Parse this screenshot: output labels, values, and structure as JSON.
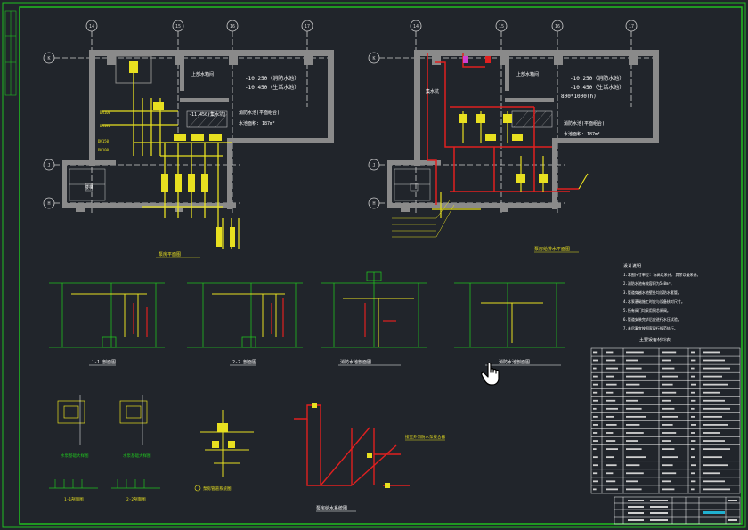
{
  "app": {
    "title": "CAD Drawing Viewer"
  },
  "colors": {
    "background": "#21252b",
    "frame": "#20c020",
    "wall": "#8a8a8a",
    "pipe_yellow": "#e8e020",
    "pipe_red": "#e02020",
    "annotation": "#ffffff",
    "dimension": "#20c020"
  },
  "plan_left": {
    "axis_top": [
      "14",
      "15",
      "16",
      "17"
    ],
    "axis_side": [
      "K",
      "J",
      "H"
    ],
    "elev_1": "-10.250（消防水池）",
    "elev_2": "-10.450（生活水池）",
    "elev_3": "-11.450(集水坑)",
    "room_label": "上部水箱间",
    "pool_label": "消防水池(平面组合)",
    "pool_area": "水池面积: 187m²",
    "stair_label": "楼梯",
    "caption": "泵房平面图"
  },
  "plan_right": {
    "axis_top": [
      "14",
      "15",
      "16",
      "17"
    ],
    "axis_side": [
      "K",
      "J",
      "H"
    ],
    "elev_1": "-10.250（消防水池）",
    "elev_2": "-10.450（生活水池）",
    "elev_3": "800*1000(h)",
    "room_label": "上部水箱间",
    "pool_label": "消防水池(平面组合)",
    "pool_area": "水池面积: 187m²",
    "pit_label": "集水坑",
    "caption": "泵房给排水平面图"
  },
  "sections": [
    {
      "caption": "1-1 剖面图"
    },
    {
      "caption": "2-2 剖面图"
    },
    {
      "caption": "消防水池剖面图"
    },
    {
      "caption": "消防水池剖面图"
    }
  ],
  "details": {
    "detail_1": "水泵基础大样图",
    "detail_2": "水泵基础大样图",
    "section_3": "1-1剖面图",
    "section_4": "2-2剖面图",
    "node_caption": "泵房管道系统图",
    "system_caption": "泵房给水系统图",
    "system_note": "接室外消防水泵接合器"
  },
  "notes": {
    "title": "设计说明",
    "lines": [
      "1.本图尺寸单位: 标高以米计, 其余以毫米计。",
      "2.消防水池有效容积为540m³。",
      "3.管道穿越水池壁处均设防水套管。",
      "4.水泵基础施工时应与设备核对尺寸。",
      "5.所有阀门均采用铜芯闸阀。",
      "6.管道安装完毕后应进行水压试验。",
      "7.未尽事宜按国家现行规范执行。"
    ]
  },
  "table": {
    "title": "主要设备材料表",
    "rows": 18
  },
  "title_block": {
    "rows": 4
  }
}
